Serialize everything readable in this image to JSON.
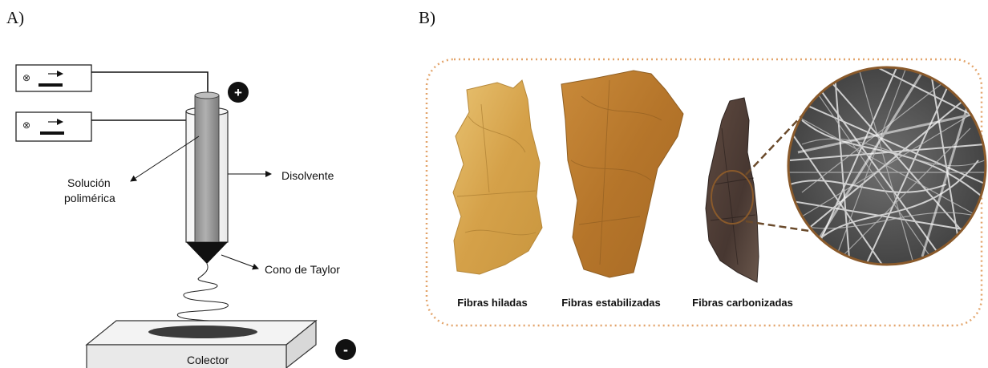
{
  "panel_a": {
    "label": "A)",
    "callouts": {
      "solution_line1": "Solución",
      "solution_line2": "polimérica",
      "solvent": "Disolvente",
      "taylor_cone": "Cono de Taylor",
      "collector": "Colector"
    },
    "polarity": {
      "positive": "+",
      "negative": "-"
    },
    "power_supply_symbol": "⊗"
  },
  "panel_b": {
    "label": "B)",
    "samples": [
      {
        "caption": "Fibras hiladas",
        "color": "#d9a94e"
      },
      {
        "caption": "Fibras estabilizadas",
        "color": "#b8782c"
      },
      {
        "caption": "Fibras carbonizadas",
        "color": "#4a3b33"
      }
    ],
    "frame_color": "#e3a46a",
    "magnifier_ring_color": "#8a5a2b"
  }
}
